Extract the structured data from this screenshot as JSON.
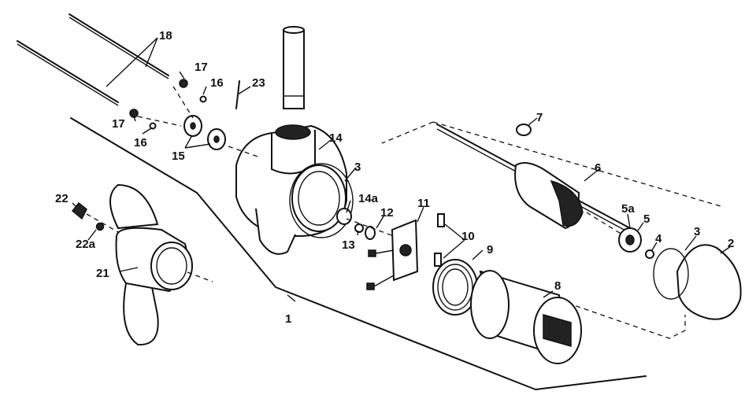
{
  "labels": {
    "l1": "1",
    "l2": "2",
    "l3a": "3",
    "l3b": "3",
    "l4": "4",
    "l5": "5",
    "l5a": "5a",
    "l6": "6",
    "l7": "7",
    "l8": "8",
    "l9": "9",
    "l10": "10",
    "l11": "11",
    "l12": "12",
    "l13": "13",
    "l14": "14",
    "l14a": "14a",
    "l15": "15",
    "l16a": "16",
    "l16b": "16",
    "l17a": "17",
    "l17b": "17",
    "l18": "18",
    "l21": "21",
    "l22": "22",
    "l22a": "22a",
    "l23": "23"
  }
}
